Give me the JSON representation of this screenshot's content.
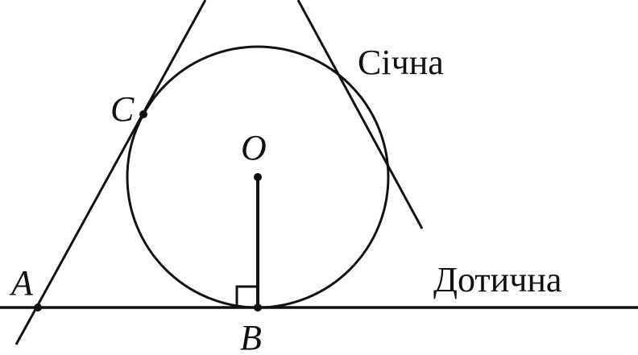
{
  "diagram": {
    "points": {
      "A": "A",
      "B": "B",
      "C": "C",
      "O": "O"
    },
    "labels": {
      "secant": "Січна",
      "tangent": "Дотична"
    },
    "colors": {
      "ink": "#111111",
      "background": "#ffffff"
    }
  }
}
